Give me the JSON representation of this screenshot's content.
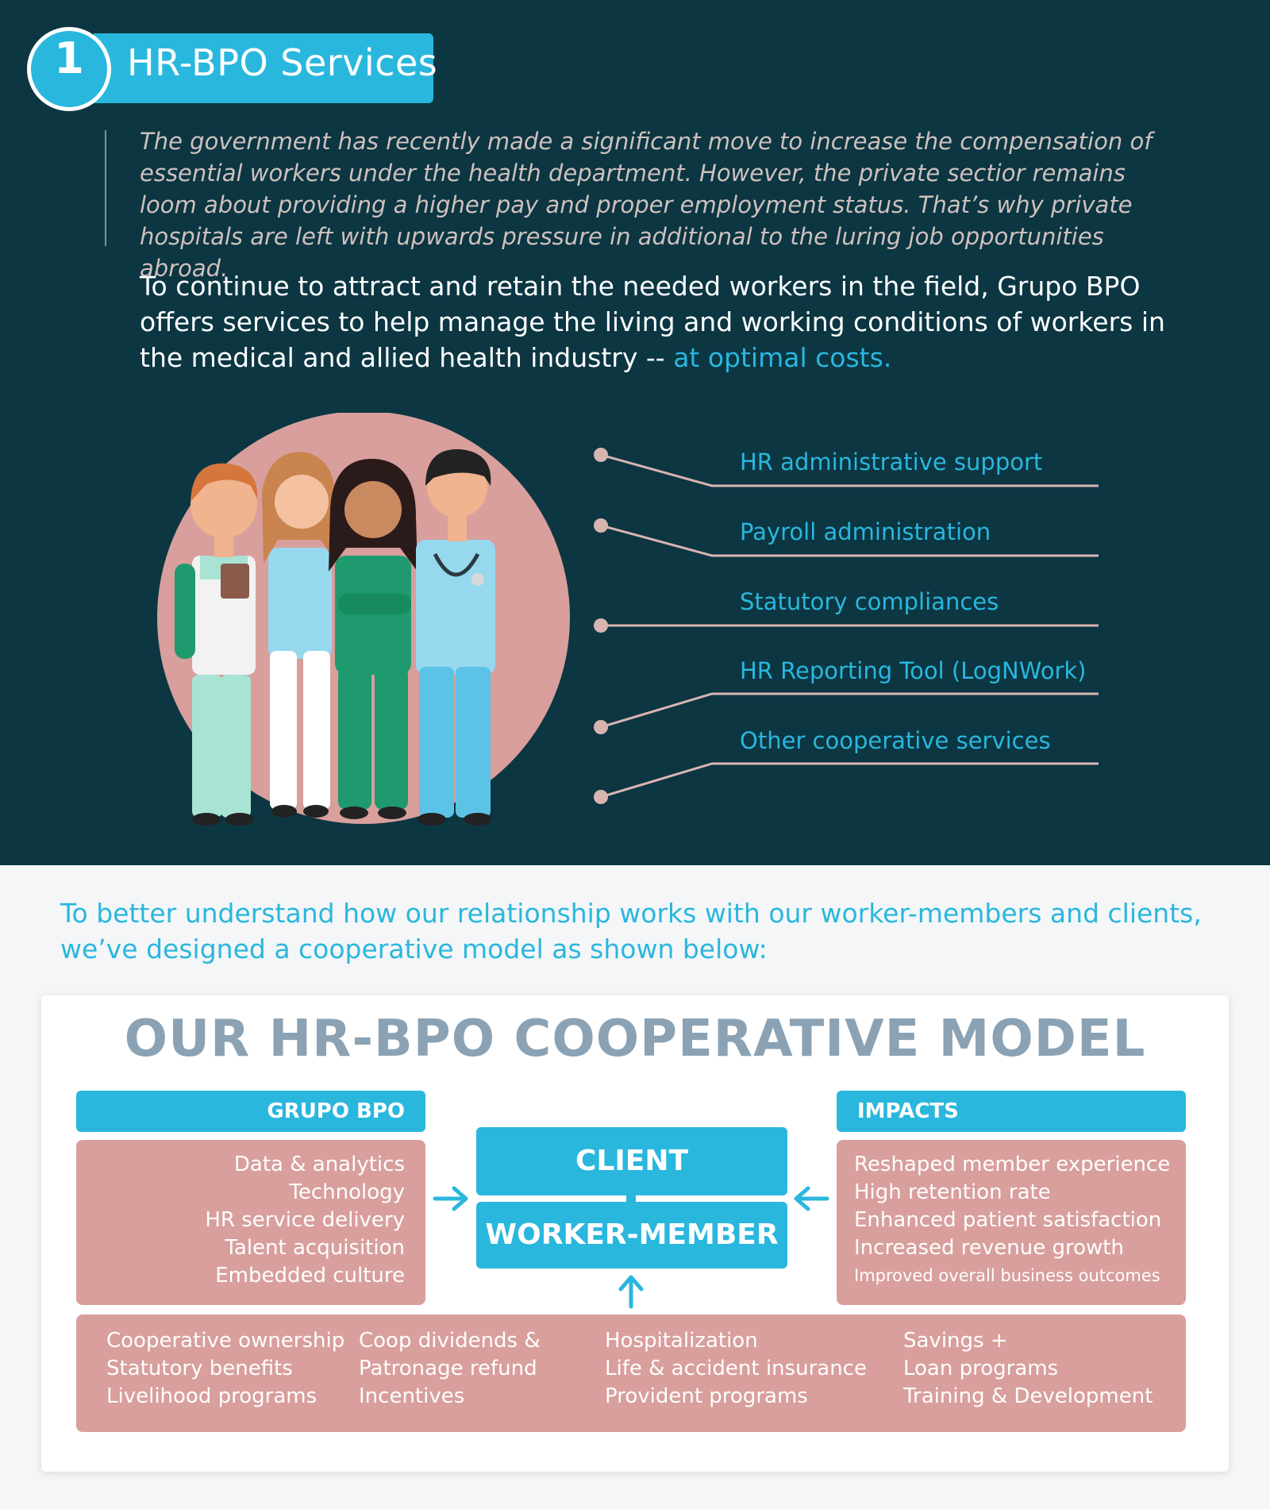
{
  "section": {
    "number": "1",
    "title": "HR-BPO Services"
  },
  "quote": "The government has recently made a significant move to increase the compensation of essential workers under the health department.  However, the private sectior remains loom about providing a higher pay and proper employment status. That’s why private hospitals are left with upwards pressure in additional to the luring job opportunities abroad.",
  "lead": {
    "text": "To continue to attract and retain the needed workers in the field, Grupo BPO offers services to help manage the living and working conditions of workers in the medical and allied health industry -- ",
    "highlight": "at optimal costs."
  },
  "services": [
    "HR administrative support",
    "Payroll administration",
    "Statutory compliances",
    "HR Reporting Tool (LogNWork)",
    "Other cooperative services"
  ],
  "intro": "To better understand how our relationship works with our worker-members and clients, we’ve designed a cooperative model as shown below:",
  "model": {
    "title": "OUR HR-BPO COOPERATIVE MODEL",
    "left_header": "GRUPO BPO",
    "right_header": "IMPACTS",
    "left_items": [
      "Data & analytics",
      "Technology",
      "HR service delivery",
      "Talent acquisition",
      "Embedded culture"
    ],
    "right_items": [
      "Reshaped member experience",
      "High retention rate",
      "Enhanced patient satisfaction",
      "Increased revenue growth"
    ],
    "right_small": "Improved overall business outcomes",
    "client": "CLIENT",
    "worker": "WORKER-MEMBER",
    "bottom_columns": [
      [
        "Cooperative ownership",
        "Statutory benefits",
        "Livelihood programs"
      ],
      [
        "Coop dividends &",
        "Patronage refund",
        "Incentives"
      ],
      [
        "Hospitalization",
        "Life & accident insurance",
        "Provident programs"
      ],
      [
        "Savings +",
        "Loan programs",
        "Training & Development"
      ]
    ]
  },
  "colors": {
    "navy": "#0b3642",
    "accent": "#2ab7dd",
    "pink": "#d89f9c",
    "title_gray": "#8aa2b4"
  }
}
